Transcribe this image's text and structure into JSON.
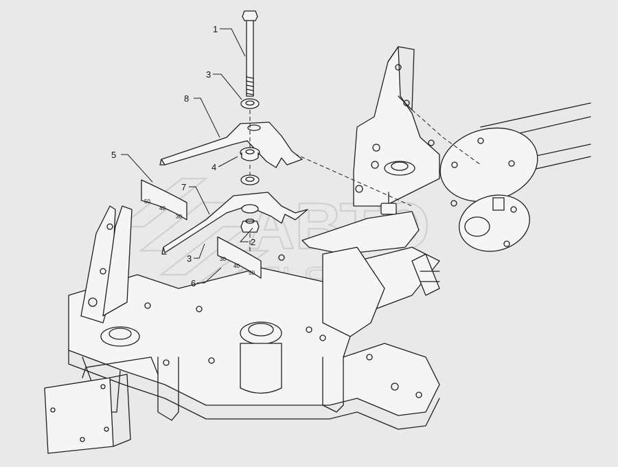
{
  "callouts": [
    {
      "id": "1",
      "label": "1",
      "part": "bolt"
    },
    {
      "id": "2",
      "label": "2",
      "part": "nut"
    },
    {
      "id": "3a",
      "label": "3",
      "part": "washer-top"
    },
    {
      "id": "3b",
      "label": "3",
      "part": "washer-lower"
    },
    {
      "id": "4",
      "label": "4",
      "part": "bushing"
    },
    {
      "id": "5",
      "label": "5",
      "part": "scale-plate-left"
    },
    {
      "id": "6",
      "label": "6",
      "part": "scale-plate-right"
    },
    {
      "id": "7",
      "label": "7",
      "part": "lower-bracket"
    },
    {
      "id": "8",
      "label": "8",
      "part": "upper-bracket"
    }
  ],
  "scale_left": [
    "50",
    "40",
    "30"
  ],
  "scale_right": [
    "30",
    "40",
    "50"
  ],
  "watermark": {
    "line1": "АВТО",
    "line2": "АЛЬЯНС"
  }
}
